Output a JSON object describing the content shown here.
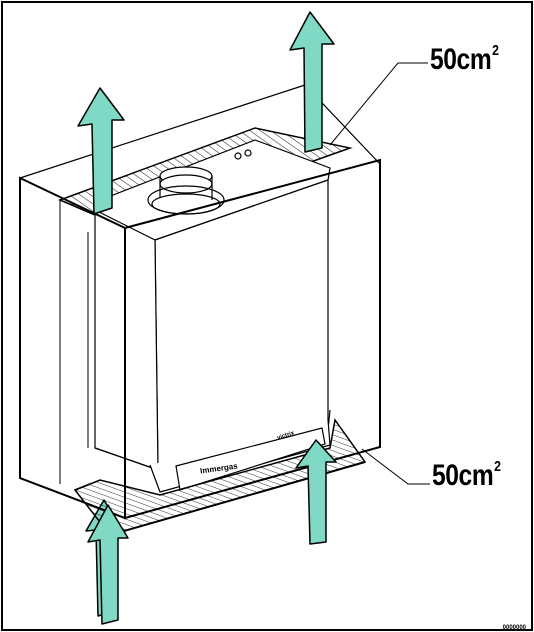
{
  "diagram": {
    "ventilation_top": {
      "area": "50cm",
      "superscript": "2"
    },
    "ventilation_bottom": {
      "area": "50cm",
      "superscript": "2"
    },
    "brand_left": "Immergas",
    "brand_right": "victrix",
    "code_mark": "0000000"
  },
  "colors": {
    "arrow_fill": "#7fd9c4",
    "outline": "#000000",
    "background": "#ffffff"
  },
  "icons": [
    "airflow-arrow-up"
  ]
}
